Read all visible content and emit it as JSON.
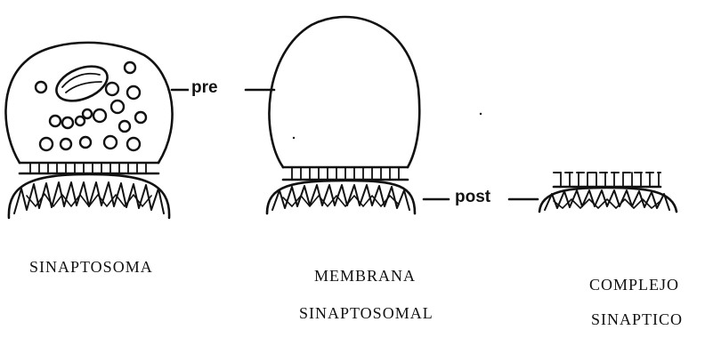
{
  "labels": {
    "pre": "pre",
    "post": "post"
  },
  "panels": [
    {
      "caption_line1": "SINAPTOSOMA",
      "caption_line2": ""
    },
    {
      "caption_line1": "MEMBRANA",
      "caption_line2": "SINAPTOSOMAL"
    },
    {
      "caption_line1": "COMPLEJO",
      "caption_line2": "SINAPTICO"
    }
  ]
}
